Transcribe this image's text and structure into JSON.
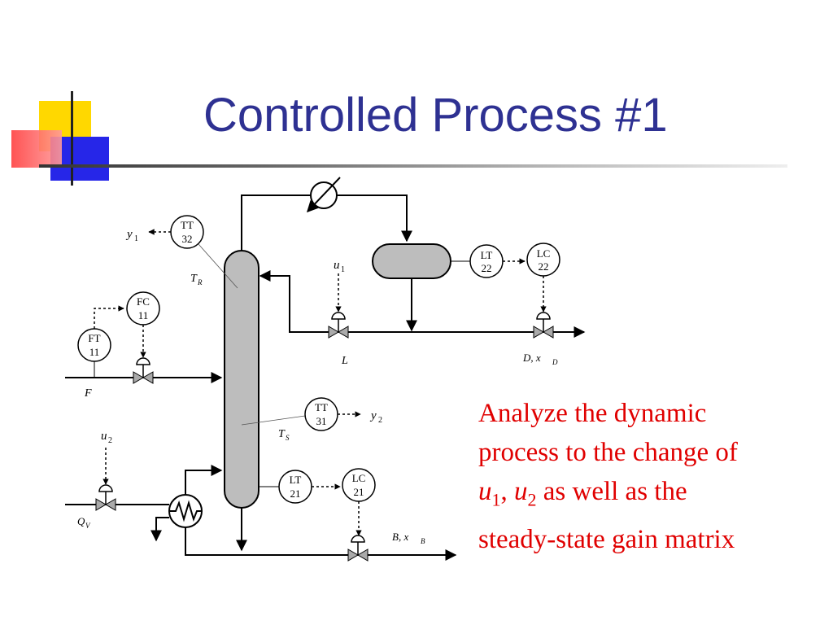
{
  "slide": {
    "title": "Controlled Process #1"
  },
  "instruments": {
    "tt32": {
      "tag": "TT",
      "num": "32"
    },
    "fc11": {
      "tag": "FC",
      "num": "11"
    },
    "ft11": {
      "tag": "FT",
      "num": "11"
    },
    "lt22": {
      "tag": "LT",
      "num": "22"
    },
    "lc22": {
      "tag": "LC",
      "num": "22"
    },
    "tt31": {
      "tag": "TT",
      "num": "31"
    },
    "lt21": {
      "tag": "LT",
      "num": "21"
    },
    "lc21": {
      "tag": "LC",
      "num": "21"
    }
  },
  "labels": {
    "y1": "y",
    "y1_sub": "1",
    "y2": "y",
    "y2_sub": "2",
    "u1": "u",
    "u1_sub": "1",
    "u2": "u",
    "u2_sub": "2",
    "tr": "T",
    "tr_sub": "R",
    "ts": "T",
    "ts_sub": "S",
    "f": "F",
    "l": "L",
    "d": "D,  x",
    "d_sub": "D",
    "b": "B,  x",
    "b_sub": "B",
    "qv": "Q",
    "qv_sub": "V"
  },
  "description": {
    "line1": "Analyze the dynamic",
    "line2": "process to the change of",
    "u": "u",
    "sub1": "1",
    "comma": ", ",
    "sub2": "2",
    "line3_tail": " as well as the",
    "line4": "steady-state gain matrix"
  }
}
